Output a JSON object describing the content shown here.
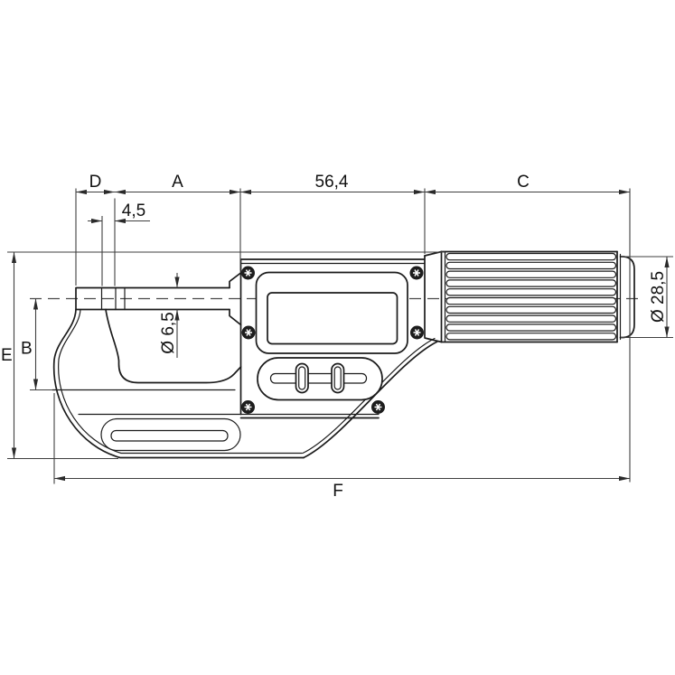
{
  "drawing": {
    "subject": "digital-micrometer-side-view-dimension-drawing",
    "colors": {
      "background": "#ffffff",
      "object_line": "#1b1b1b",
      "dimension_line": "#3f3f3f",
      "label_text": "#111111"
    },
    "dim_labels": {
      "d": "D",
      "a": "A",
      "body_width": "56,4",
      "c": "C",
      "anvil_offset": "4,5",
      "e": "E",
      "b": "B",
      "f": "F",
      "spindle_diameter": "Ø 6,5",
      "handle_diameter": "Ø 28,5"
    }
  }
}
